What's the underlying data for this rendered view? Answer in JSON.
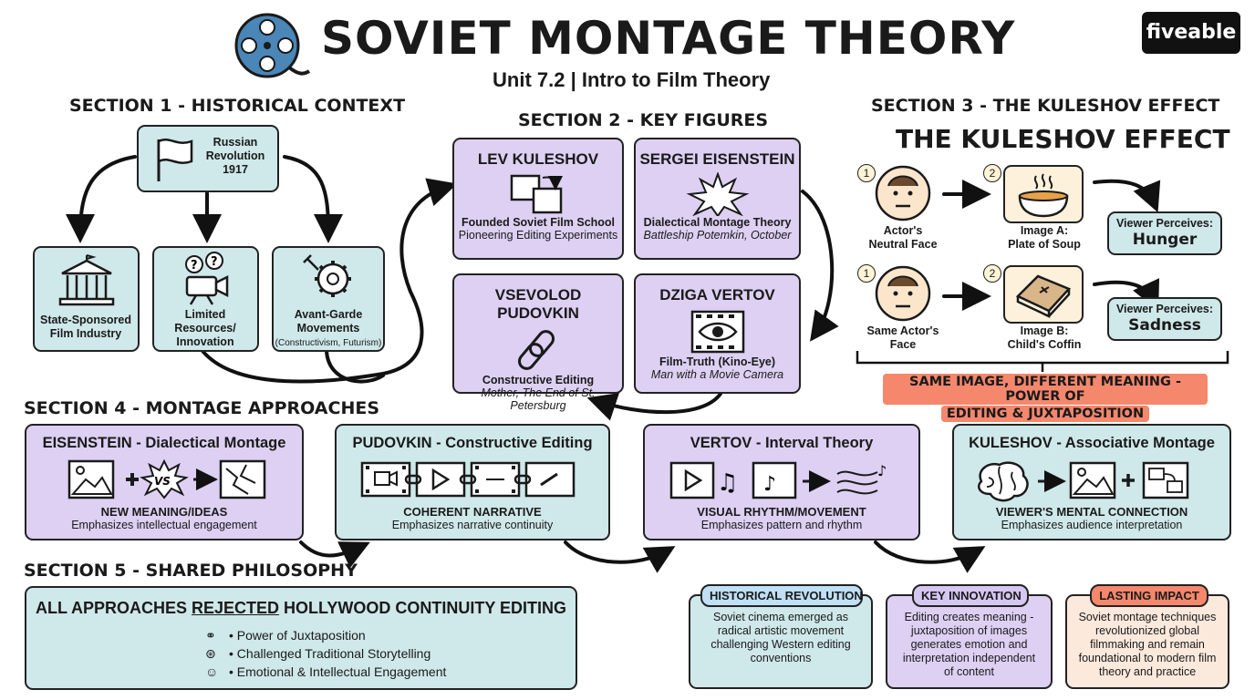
{
  "header": {
    "title": "SOVIET MONTAGE THEORY",
    "subtitle": "Unit 7.2 | Intro to Film Theory",
    "brand": "fiveable"
  },
  "section1": {
    "heading": "SECTION 1 - HISTORICAL CONTEXT",
    "root_label": [
      "Russian",
      "Revolution",
      "1917"
    ],
    "children": [
      {
        "label": [
          "State-Sponsored",
          "Film Industry"
        ]
      },
      {
        "label": [
          "Limited",
          "Resources/",
          "Innovation"
        ]
      },
      {
        "label": [
          "Avant-Garde",
          "Movements"
        ],
        "note": "(Constructivism, Futurism)"
      }
    ]
  },
  "section2": {
    "heading": "SECTION 2 - KEY FIGURES",
    "figures": [
      {
        "name": "LEV KULESHOV",
        "line1": "Founded Soviet Film School",
        "line2": "Pioneering Editing Experiments"
      },
      {
        "name": "SERGEI EISENSTEIN",
        "line1": "Dialectical Montage Theory",
        "line2": "Battleship Potemkin, October"
      },
      {
        "name": "VSEVOLOD PUDOVKIN",
        "line1": "Constructive Editing",
        "line2": "Mother, The End of St. Petersburg"
      },
      {
        "name": "DZIGA VERTOV",
        "line1": "Film-Truth (Kino-Eye)",
        "line2": "Man with a Movie Camera"
      }
    ]
  },
  "section3": {
    "heading": "SECTION 3 - THE KULESHOV EFFECT",
    "big_title": "THE KULESHOV EFFECT",
    "rows": [
      {
        "n1": "1",
        "face_label": [
          "Actor's",
          "Neutral Face"
        ],
        "n2": "2",
        "image_label": [
          "Image A:",
          "Plate of Soup"
        ],
        "perceive_label": "Viewer Perceives:",
        "emotion": "Hunger"
      },
      {
        "n1": "1",
        "face_label": [
          "Same Actor's",
          "Face"
        ],
        "n2": "2",
        "image_label": [
          "Image B:",
          "Child's Coffin"
        ],
        "perceive_label": "Viewer Perceives:",
        "emotion": "Sadness"
      }
    ],
    "conclusion": [
      "SAME IMAGE, DIFFERENT MEANING - POWER OF",
      "EDITING & JUXTAPOSITION"
    ]
  },
  "section4": {
    "heading": "SECTION 4 - MONTAGE APPROACHES",
    "approaches": [
      {
        "title": "EISENSTEIN - Dialectical Montage",
        "key": "NEW MEANING/IDEAS",
        "desc": "Emphasizes intellectual engagement",
        "vs": "VS"
      },
      {
        "title": "PUDOVKIN - Constructive Editing",
        "key": "COHERENT NARRATIVE",
        "desc": "Emphasizes narrative continuity"
      },
      {
        "title": "VERTOV - Interval Theory",
        "key": "VISUAL RHYTHM/MOVEMENT",
        "desc": "Emphasizes pattern and rhythm"
      },
      {
        "title": "KULESHOV - Associative Montage",
        "key": "VIEWER'S MENTAL CONNECTION",
        "desc": "Emphasizes audience interpretation"
      }
    ]
  },
  "section5": {
    "heading": "SECTION 5 - SHARED PHILOSOPHY",
    "statement_pre": "ALL APPROACHES ",
    "statement_emph": "REJECTED",
    "statement_post": " HOLLYWOOD CONTINUITY EDITING",
    "bullets": [
      "• Power of Juxtaposition",
      "• Challenged Traditional Storytelling",
      "• Emotional & Intellectual Engagement"
    ]
  },
  "cards": [
    {
      "title": "HISTORICAL REVOLUTION",
      "color": "#bfe0f5",
      "body": [
        "Soviet cinema emerged as",
        "radical artistic movement",
        "challenging Western editing",
        "conventions"
      ]
    },
    {
      "title": "KEY INNOVATION",
      "color": "#d6c6f2",
      "body": [
        "Editing creates meaning -",
        "juxtaposition of images",
        "generates emotion and",
        "interpretation independent",
        "of content"
      ]
    },
    {
      "title": "LASTING IMPACT",
      "color": "#f4876c",
      "body": [
        "Soviet montage techniques",
        "revolutionized global",
        "filmmaking and remain",
        "foundational to modern film",
        "theory and practice"
      ]
    }
  ],
  "colors": {
    "teal": "#cfe8ea",
    "purple": "#ddd0f2",
    "salmon": "#f4876c",
    "blue": "#4a86b8"
  }
}
